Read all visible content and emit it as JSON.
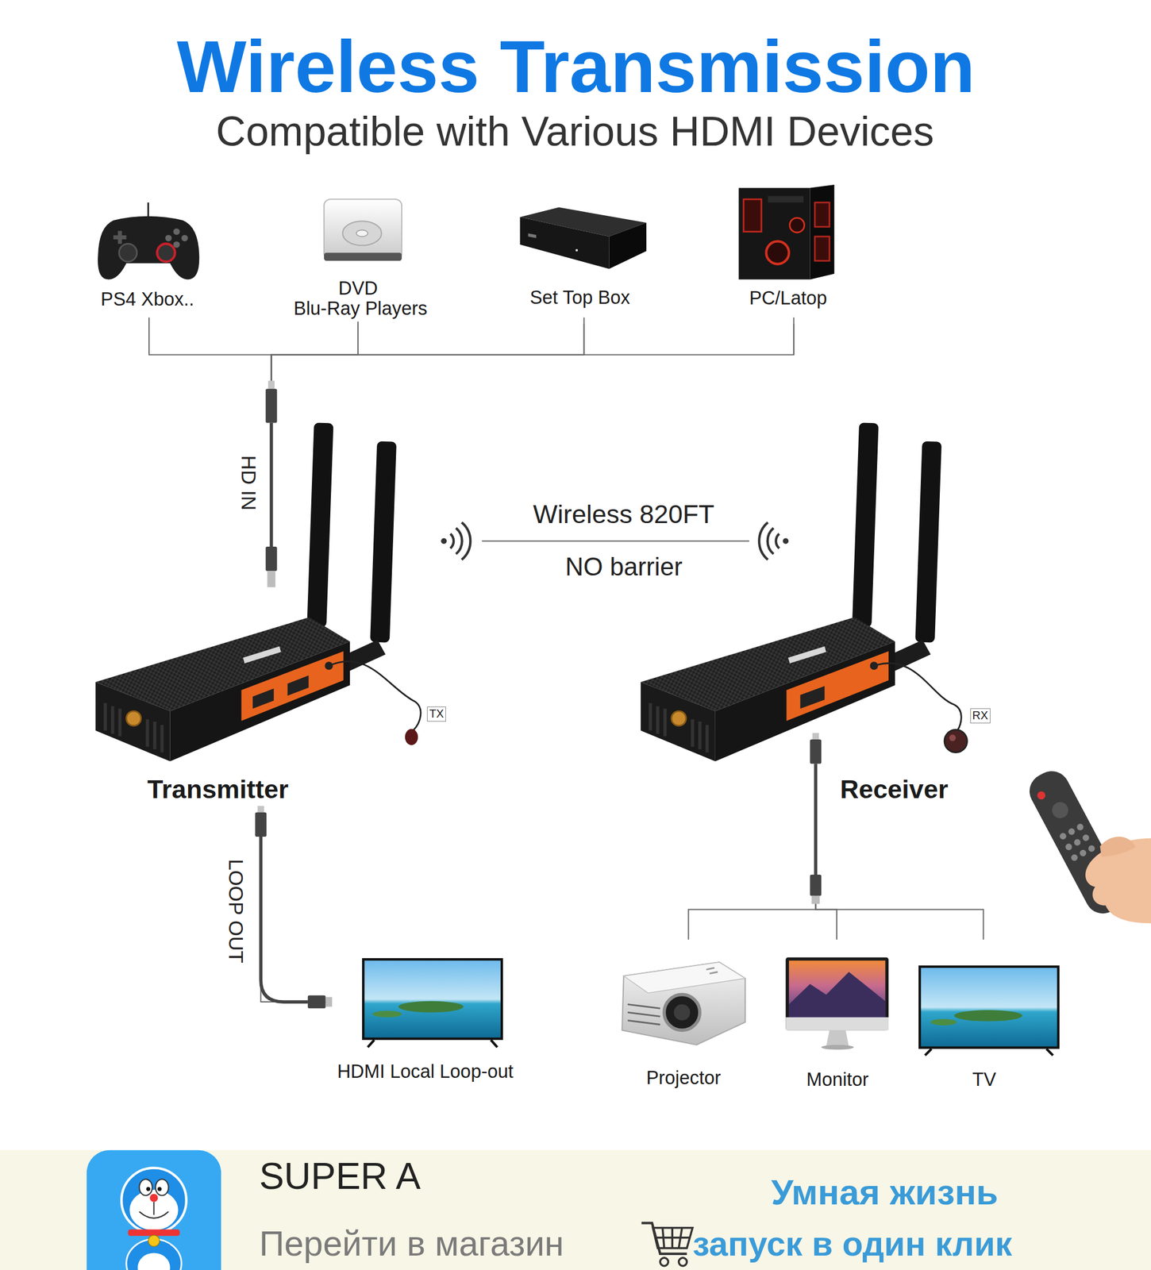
{
  "diagram": {
    "title": "Wireless Transmission",
    "nodes": [
      {
        "text": [
          "PS4 Xbox.."
        ]
      },
      {
        "text": [
          "DVD",
          "Blu-Ray Players"
        ]
      },
      {
        "text": [
          "Set Top Box"
        ]
      },
      {
        "text": [
          "PC/Latop"
        ]
      },
      {
        "text": [
          "Transmitter"
        ]
      },
      {
        "text": [
          "Receiver"
        ]
      },
      {
        "text": [
          "HDMI Local Loop-out"
        ]
      },
      {
        "text": [
          "Projector"
        ]
      },
      {
        "text": [
          "Monitor"
        ]
      },
      {
        "text": [
          "TV"
        ]
      }
    ],
    "edges": [
      {
        "from": 0,
        "to": 4,
        "arrow": "none"
      },
      {
        "from": 1,
        "to": 4,
        "arrow": "none"
      },
      {
        "from": 2,
        "to": 4,
        "arrow": "none"
      },
      {
        "from": 3,
        "to": 4,
        "arrow": "none"
      },
      {
        "from": 4,
        "to": 5,
        "label": "Wireless 820FT",
        "arrow": "none"
      },
      {
        "from": 4,
        "to": 6,
        "arrow": "none"
      },
      {
        "from": 5,
        "to": 7,
        "arrow": "none"
      },
      {
        "from": 5,
        "to": 8,
        "arrow": "none"
      },
      {
        "from": 5,
        "to": 9,
        "arrow": "none"
      }
    ],
    "labels": [
      "Compatible with Various HDMI Devices",
      "HD IN",
      "NO barrier",
      "TX",
      "RX",
      "LOOP OUT",
      "SUPER A",
      "Умная жизнь",
      "Перейти в магазин",
      "запуск в один клик"
    ]
  }
}
